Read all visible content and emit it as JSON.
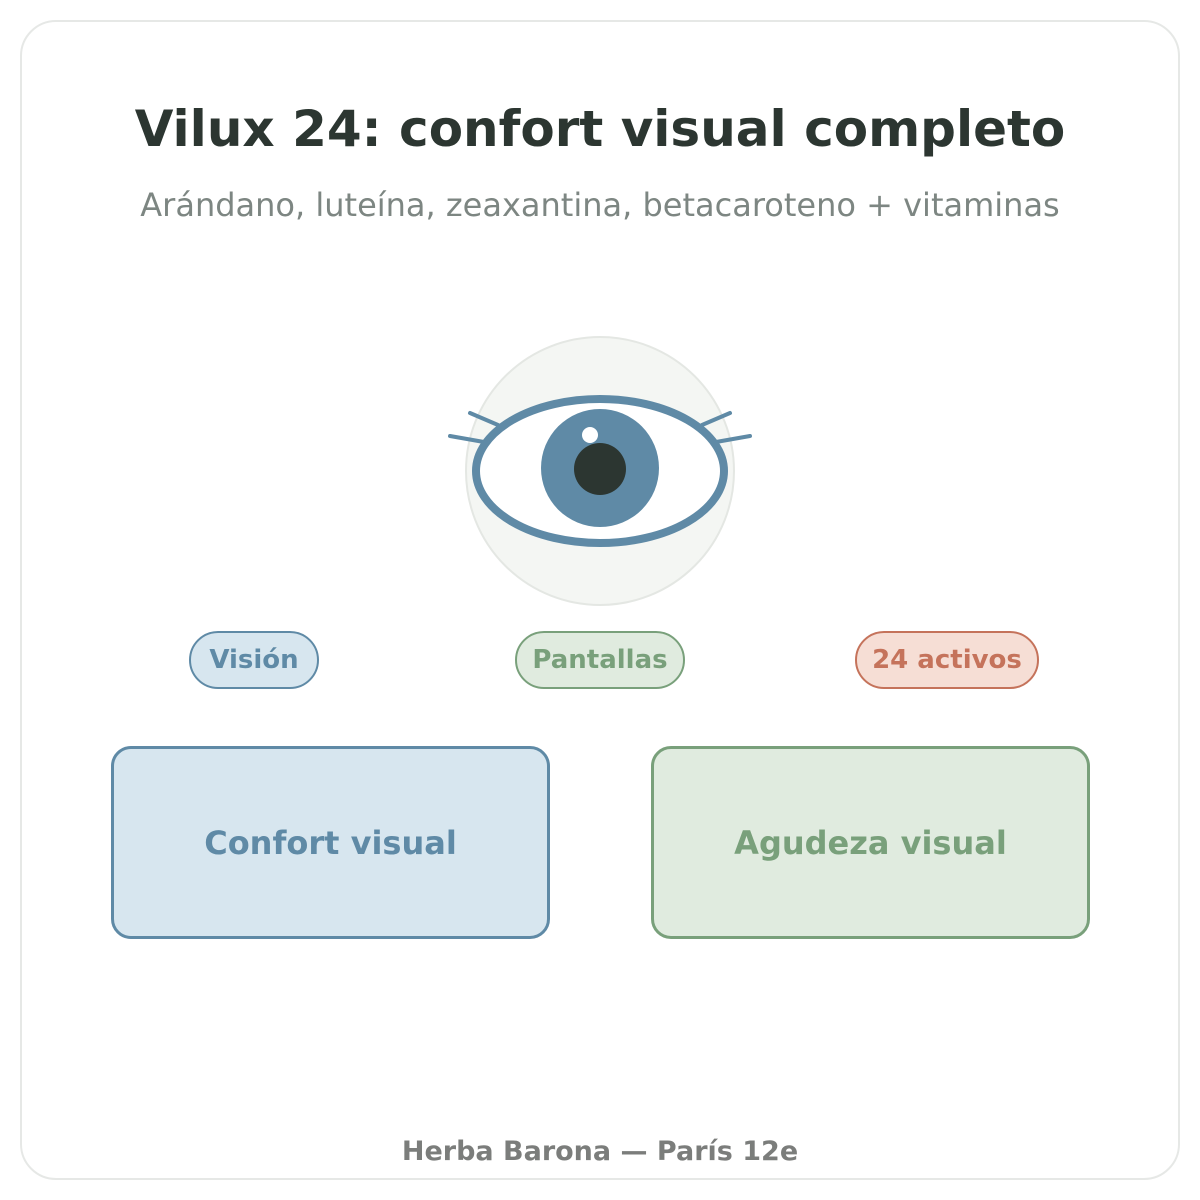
{
  "header": {
    "title": "Vilux 24: confort visual completo",
    "subtitle": "Arándano, luteína, zeaxantina, betacaroteno + vitaminas"
  },
  "icon": {
    "name": "eye-icon",
    "colors": {
      "halo_fill": "#f4f6f3",
      "halo_stroke": "#e4e7e3",
      "outline": "#5f8aa6",
      "iris": "#5f8aa6",
      "pupil": "#2c3631",
      "highlight": "#ffffff"
    }
  },
  "tags": [
    {
      "label": "Visión",
      "text_color": "#5f8aa6",
      "bg": "#d7e6ef",
      "border": "#5f8aa6"
    },
    {
      "label": "Pantallas",
      "text_color": "#79a07b",
      "bg": "#e0ebdf",
      "border": "#79a07b"
    },
    {
      "label": "24 activos",
      "text_color": "#c5735b",
      "bg": "#f6ded5",
      "border": "#c5735b"
    }
  ],
  "benefits": [
    {
      "label": "Confort visual",
      "text_color": "#5f8aa6",
      "bg": "#d7e6ef",
      "border": "#5f8aa6"
    },
    {
      "label": "Agudeza visual",
      "text_color": "#79a07b",
      "bg": "#e0ebdf",
      "border": "#79a07b"
    }
  ],
  "footer": {
    "text": "Herba Barona — París 12e"
  }
}
